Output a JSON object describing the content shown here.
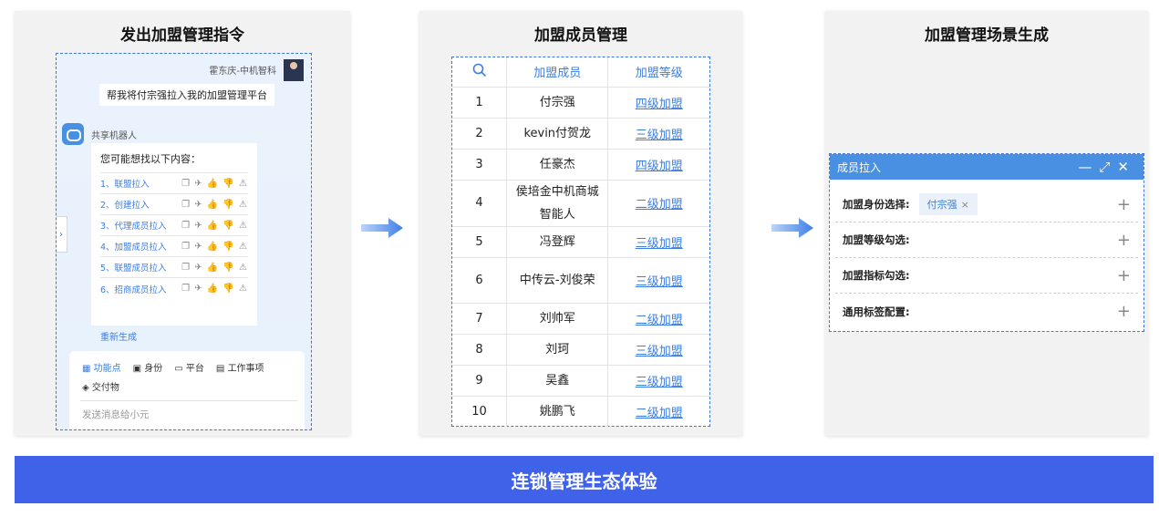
{
  "panel1": {
    "title": "发出加盟管理指令",
    "user_name": "霍东庆-中机智科",
    "user_message": "帮我将付宗强拉入我的加盟管理平台",
    "bot_name": "共享机器人",
    "bot_intro": "您可能想找以下内容：",
    "suggestions": [
      "1、联盟拉入",
      "2、创建拉入",
      "3、代理成员拉入",
      "4、加盟成员拉入",
      "5、联盟成员拉入",
      "6、招商成员拉入"
    ],
    "action_icons": "❐ ✈ 👍 👎 ⚠",
    "regenerate": "重新生成",
    "tools": [
      "功能点",
      "身份",
      "平台",
      "工作事项",
      "交付物"
    ],
    "input_placeholder": "发送消息给小元"
  },
  "panel2": {
    "title": "加盟成员管理",
    "headers": [
      "加盟成员",
      "加盟等级"
    ],
    "rows": [
      {
        "no": "1",
        "member": "付宗强",
        "level": "四级加盟"
      },
      {
        "no": "2",
        "member": "kevin付贺龙",
        "level": "三级加盟"
      },
      {
        "no": "3",
        "member": "任豪杰",
        "level": "四级加盟"
      },
      {
        "no": "4",
        "member": "侯培金中机商城智能人",
        "level": "二级加盟"
      },
      {
        "no": "5",
        "member": "冯登辉",
        "level": "三级加盟"
      },
      {
        "no": "6",
        "member": "中传云-刘俊荣",
        "level": "三级加盟"
      },
      {
        "no": "7",
        "member": "刘帅军",
        "level": "二级加盟"
      },
      {
        "no": "8",
        "member": "刘珂",
        "level": "三级加盟"
      },
      {
        "no": "9",
        "member": "吴鑫",
        "level": "三级加盟"
      },
      {
        "no": "10",
        "member": "姚鹏飞",
        "level": "二级加盟"
      }
    ]
  },
  "panel3": {
    "title": "加盟管理场景生成",
    "modal_title": "成员拉入",
    "fields": [
      {
        "label": "加盟身份选择:",
        "tag": "付宗强"
      },
      {
        "label": "加盟等级勾选:",
        "tag": ""
      },
      {
        "label": "加盟指标勾选:",
        "tag": ""
      },
      {
        "label": "通用标签配置:",
        "tag": ""
      }
    ]
  },
  "banner": "连锁管理生态体验",
  "colors": {
    "accent": "#3d7de0",
    "banner": "#3f62e8",
    "modal_header": "#4a90e2"
  }
}
